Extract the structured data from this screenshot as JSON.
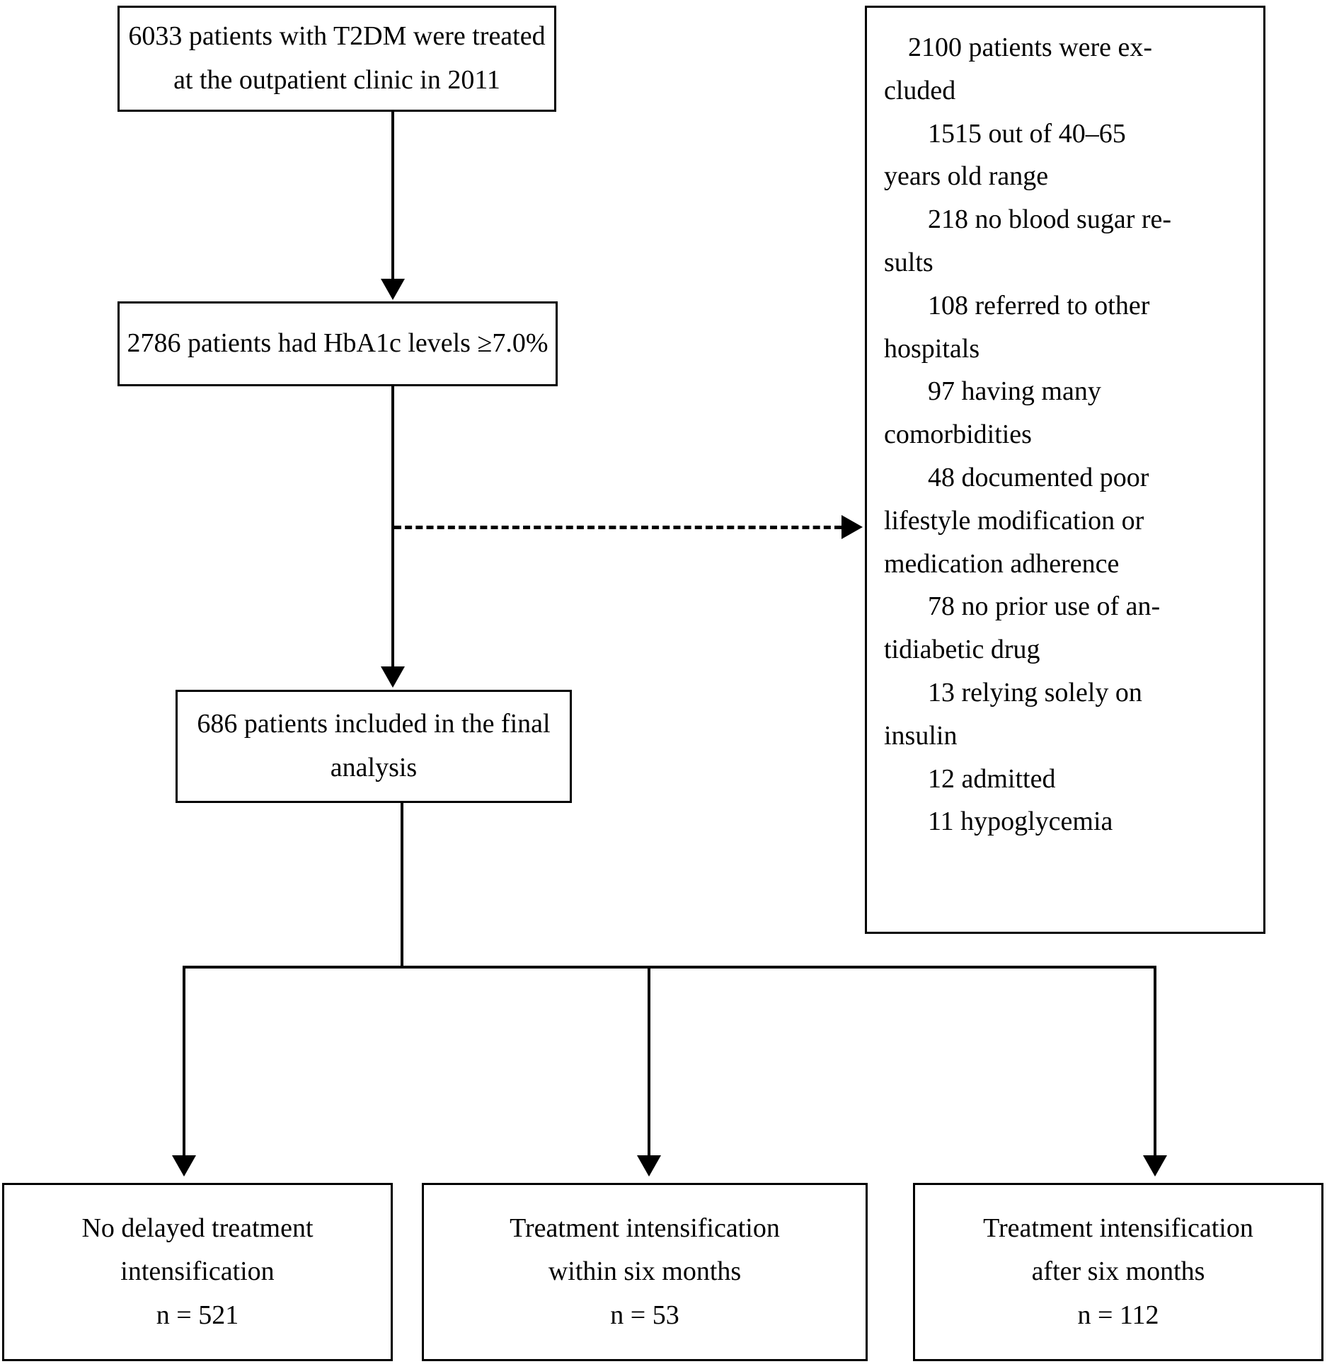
{
  "figure": {
    "type": "study-flow-diagram",
    "title": "Patient selection flow diagram"
  },
  "boxes": {
    "source": {
      "name": "source-population",
      "lines": [
        "6033 patients with T2DM were treated",
        "at the outpatient clinic in 2011"
      ]
    },
    "hba1c": {
      "name": "hba1c-eligible",
      "lines": [
        "2786 patients had HbA1c levels ≥7.0%"
      ]
    },
    "final": {
      "name": "final-analysis",
      "lines": [
        "686 patients included in the final",
        "analysis"
      ]
    },
    "no_delay": {
      "name": "no-delayed-treatment-intensification",
      "lines": [
        "No delayed treatment",
        "intensification",
        "n = 521"
      ]
    },
    "within_six": {
      "name": "treatment-intensification-within-six-months",
      "lines": [
        "Treatment intensification",
        "within six months",
        "n = 53"
      ]
    },
    "after_six": {
      "name": "treatment-intensification-after-six-months",
      "lines": [
        "Treatment intensification",
        "after six months",
        "n = 112"
      ]
    }
  },
  "exclusions": {
    "heading": [
      "2100 patients were ex-",
      "cluded"
    ],
    "items": [
      [
        "1515 out of 40–65",
        "years old range"
      ],
      [
        "218 no blood sugar re-",
        "sults"
      ],
      [
        "108 referred to other",
        "hospitals"
      ],
      [
        "97 having many",
        "comorbidities"
      ],
      [
        "48 documented poor",
        "lifestyle modification or",
        "medication adherence"
      ],
      [
        "78 no prior use of an-",
        "tidiabetic drug"
      ],
      [
        "13 relying solely on",
        "insulin"
      ],
      [
        "12 admitted"
      ],
      [
        "11 hypoglycemia"
      ]
    ]
  },
  "connectors": {
    "source_to_hba1c": "solid-down-arrow",
    "hba1c_to_exclusions": "dashed-right-arrow",
    "hba1c_to_final": "solid-down-arrow",
    "final_to_branches": "solid-down-arrow-split-three"
  },
  "colors": {
    "stroke": "#000000",
    "background": "#ffffff",
    "text": "#000000"
  }
}
